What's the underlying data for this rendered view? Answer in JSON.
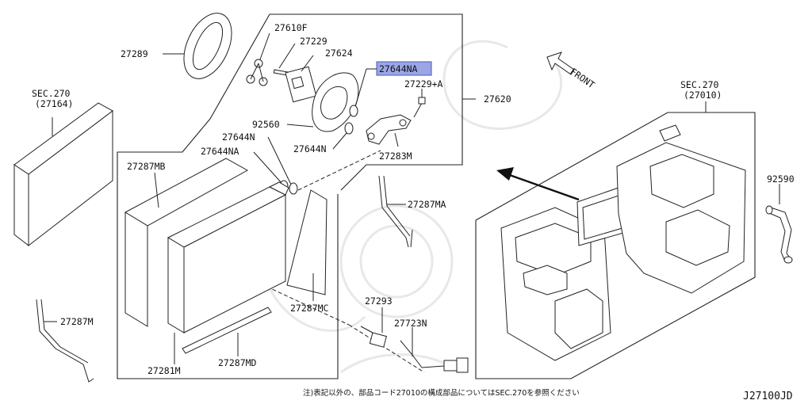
{
  "diagram": {
    "code": "J27100JD",
    "note": "注)表記以外の、部品コード27010の構成部品についてはSEC.270を参照ください",
    "front_label": "FRONT",
    "highlight_color": "#9aa6e6",
    "labels": {
      "p27289": "27289",
      "p27610F": "27610F",
      "p27229": "27229",
      "p27624": "27624",
      "p27644NA_top": "27644NA",
      "p27229A": "27229+A",
      "p27620": "27620",
      "p92560": "92560",
      "p27644N_left": "27644N",
      "p27644NA_left": "27644NA",
      "p27644N_mid": "27644N",
      "p27283M": "27283M",
      "p27287MB": "27287MB",
      "p27287MA": "27287MA",
      "p27287MC": "27287MC",
      "p27293": "27293",
      "p27723N": "27723N",
      "p27281M": "27281M",
      "p27287MD": "27287MD",
      "p27287M": "27287M",
      "p92590": "92590",
      "sec_left_1": "SEC.270",
      "sec_left_2": "(27164)",
      "sec_right_1": "SEC.270",
      "sec_right_2": "(27010)"
    }
  }
}
